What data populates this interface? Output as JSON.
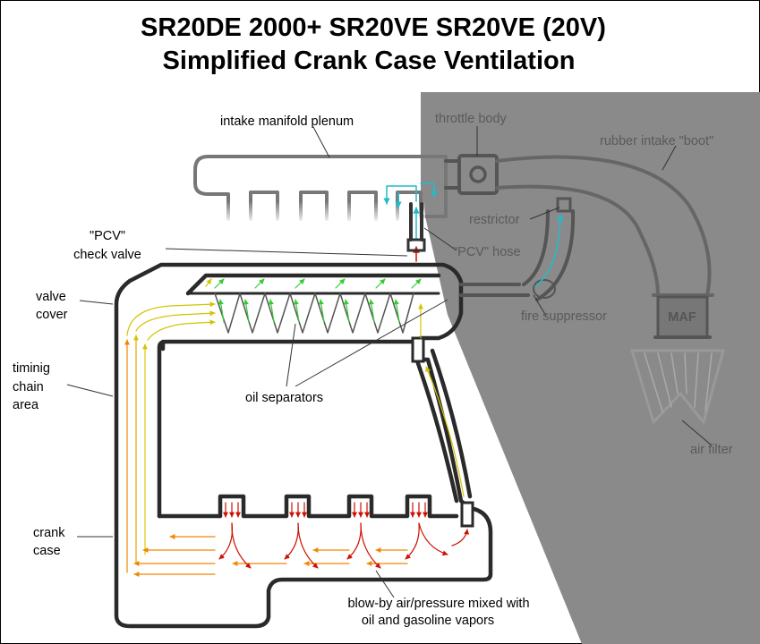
{
  "title": {
    "line1": "SR20DE  2000+     SR20VE     SR20VE (20V)",
    "line2": "Simplified Crank Case Ventilation"
  },
  "labels": {
    "intake_plenum": "intake manifold plenum",
    "throttle_body": "throttle body",
    "rubber_boot": "rubber intake \"boot\"",
    "restrictor": "restrictor",
    "pcv_check_valve_1": "\"PCV\"",
    "pcv_check_valve_2": "check valve",
    "pcv_hose": "\"PCV\" hose",
    "valve_cover_1": "valve",
    "valve_cover_2": "cover",
    "fire_suppressor": "fire suppressor",
    "maf": "MAF",
    "timing_1": "timinig",
    "timing_2": "chain",
    "timing_3": "area",
    "oil_separators": "oil separators",
    "air_filter": "air filter",
    "crank_1": "crank",
    "crank_2": "case",
    "blowby_1": "blow-by air/pressure mixed with",
    "blowby_2": "oil and gasoline vapors"
  },
  "colors": {
    "shaded_region": "#8a8a8a",
    "engine_outline": "#2a2a2a",
    "intake_outline": "#777777",
    "flow_hot": "#cc1100",
    "flow_mid": "#ee8800",
    "flow_warm": "#ddcc00",
    "flow_cool": "#33cc33",
    "flow_clean": "#22bbcc"
  }
}
